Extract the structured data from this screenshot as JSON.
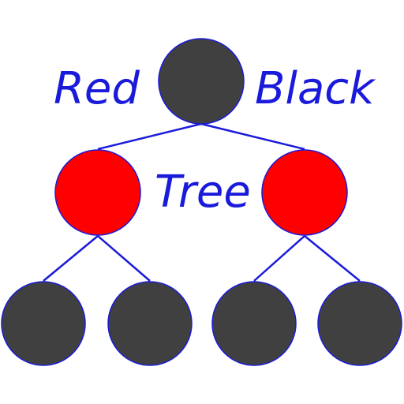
{
  "title": {
    "word1": "Red",
    "word2": "Black",
    "word3": "Tree"
  },
  "tree": {
    "root": {
      "color": "black"
    },
    "level1": [
      {
        "color": "red"
      },
      {
        "color": "red"
      }
    ],
    "level2": [
      {
        "color": "black"
      },
      {
        "color": "black"
      },
      {
        "color": "black"
      },
      {
        "color": "black"
      }
    ]
  },
  "colors": {
    "black_node": "#404040",
    "red_node": "#ff0000",
    "edge": "#1a1adb",
    "node_outline": "#1a1adb",
    "text": "#1a1adb"
  }
}
